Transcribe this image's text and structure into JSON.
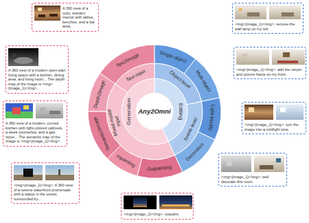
{
  "diagram": {
    "nodes": [
      {
        "text": [
          "Any2Omni"
        ]
      },
      {
        "text": [
          "Generation"
        ]
      },
      {
        "text": [
          "Editing"
        ]
      },
      {
        "text": [
          "Text-input"
        ]
      },
      {
        "text": [
          "Mixed-modal input"
        ]
      },
      {
        "text": [
          "Object-level"
        ]
      },
      {
        "text": [
          "Scene-level"
        ]
      },
      {
        "text": [
          "Text2Image"
        ]
      },
      {
        "text": [
          "Depth2Image"
        ]
      },
      {
        "text": [
          "Semantic2Image"
        ]
      },
      {
        "text": [
          "Inpainting"
        ]
      },
      {
        "text": [
          "Outpainting"
        ]
      },
      {
        "text": [
          "Single-object"
        ]
      },
      {
        "text": [
          "Multi-object"
        ]
      },
      {
        "text": [
          "Light-Modify"
        ]
      },
      {
        "text": [
          "Decoration"
        ]
      },
      {
        "text": [
          "A 360 view of a cozy, wooden interior with tables, benches, and a bar area."
        ]
      },
      {
        "text": [
          "A 360 view of a modern open-plan living space with a kitchen, dining area, and living room... The depth map of the image is <img>{image_1}</img>."
        ]
      },
      {
        "text": [
          "A 360 view of a modern, curved kitchen with light-colored cabinets, a sleek countertop, and a gas stove... The semantic map of the image is <img>{image_1}</img>."
        ]
      },
      {
        "text": [
          "<img>{image_1}</img>: A 360 view of a serene waterfront promenade with a statue in the center, surrounded by..."
        ]
      },
      {
        "text": [
          "<img>{image_1}</img>: outpaint."
        ]
      },
      {
        "text": [
          "<img>{image_1}</img>: remove the wall lamp on my left."
        ]
      },
      {
        "text": [
          "<img>{image_1}</img>: add the carpet and picture frame on my front."
        ]
      },
      {
        "text": [
          "<img>{image_1}</img>: turn the image into a coldlight tone."
        ]
      },
      {
        "text": [
          "<img>{image_1}</img>: well decorate this room."
        ]
      }
    ]
  }
}
